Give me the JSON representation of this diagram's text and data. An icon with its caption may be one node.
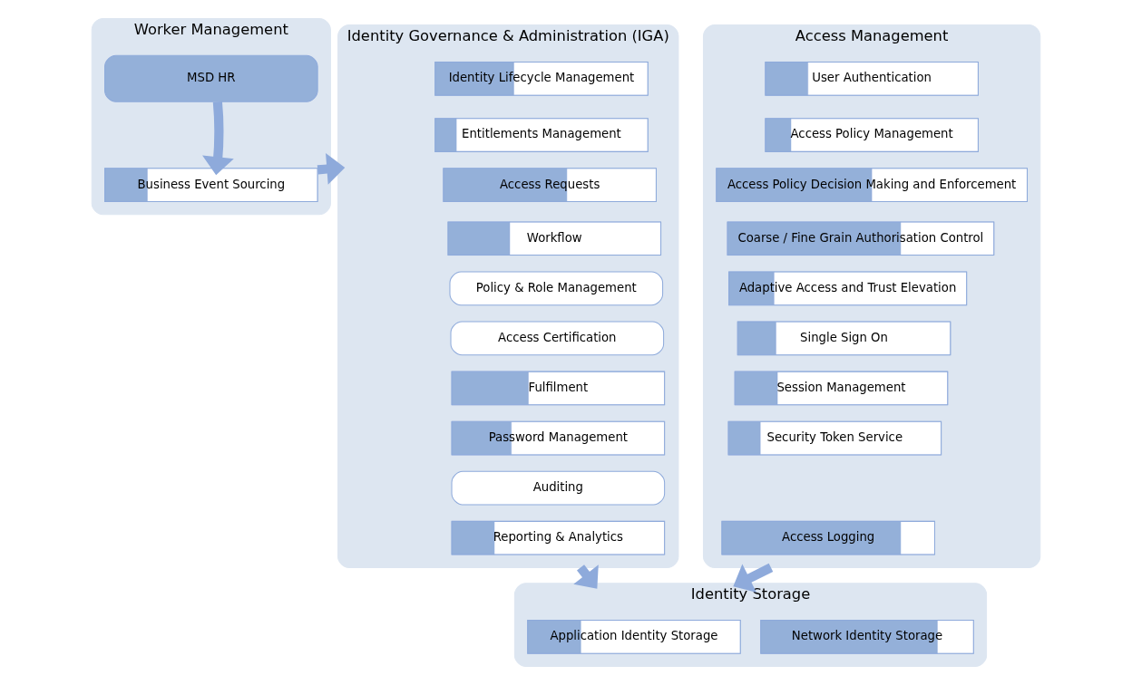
{
  "diagram": {
    "nodes": [
      {
        "text": [
          "Worker Management"
        ]
      },
      {
        "text": [
          "MSD HR"
        ],
        "in": 0
      },
      {
        "text": [
          "Business Event Sourcing"
        ],
        "in": 0
      },
      {
        "text": [
          "Identity Governance & Administration (IGA)"
        ]
      },
      {
        "text": [
          "Identity Lifecycle Management"
        ],
        "in": 3
      },
      {
        "text": [
          "Entitlements Management"
        ],
        "in": 3
      },
      {
        "text": [
          "Access Requests"
        ],
        "in": 3
      },
      {
        "text": [
          "Workflow"
        ],
        "in": 3
      },
      {
        "text": [
          "Policy & Role Management"
        ],
        "in": 3
      },
      {
        "text": [
          "Access Certification"
        ],
        "in": 3
      },
      {
        "text": [
          "Fulfilment"
        ],
        "in": 3
      },
      {
        "text": [
          "Password Management"
        ],
        "in": 3
      },
      {
        "text": [
          "Auditing"
        ],
        "in": 3
      },
      {
        "text": [
          "Reporting & Analytics"
        ],
        "in": 3
      },
      {
        "text": [
          "Access Management"
        ]
      },
      {
        "text": [
          "User Authentication"
        ],
        "in": 14
      },
      {
        "text": [
          "Access Policy Management"
        ],
        "in": 14
      },
      {
        "text": [
          "Access Policy Decision Making and Enforcement"
        ],
        "in": 14
      },
      {
        "text": [
          "Coarse / Fine Grain Authorisation Control"
        ],
        "in": 14
      },
      {
        "text": [
          "Adaptive Access and Trust Elevation"
        ],
        "in": 14
      },
      {
        "text": [
          "Single Sign On"
        ],
        "in": 14
      },
      {
        "text": [
          "Session Management"
        ],
        "in": 14
      },
      {
        "text": [
          "Security Token Service"
        ],
        "in": 14
      },
      {
        "text": [
          "Access Logging"
        ],
        "in": 14
      },
      {
        "text": [
          "Identity Storage"
        ]
      },
      {
        "text": [
          "Application Identity Storage"
        ],
        "in": 24
      },
      {
        "text": [
          "Network Identity Storage"
        ],
        "in": 24
      }
    ],
    "edges": [
      {
        "from": 1,
        "to": 2,
        "arrow": "to"
      },
      {
        "from": 2,
        "to": 3,
        "arrow": "to"
      },
      {
        "from": 3,
        "to": 24,
        "arrow": "to"
      },
      {
        "from": 14,
        "to": 24,
        "arrow": "to"
      }
    ]
  }
}
